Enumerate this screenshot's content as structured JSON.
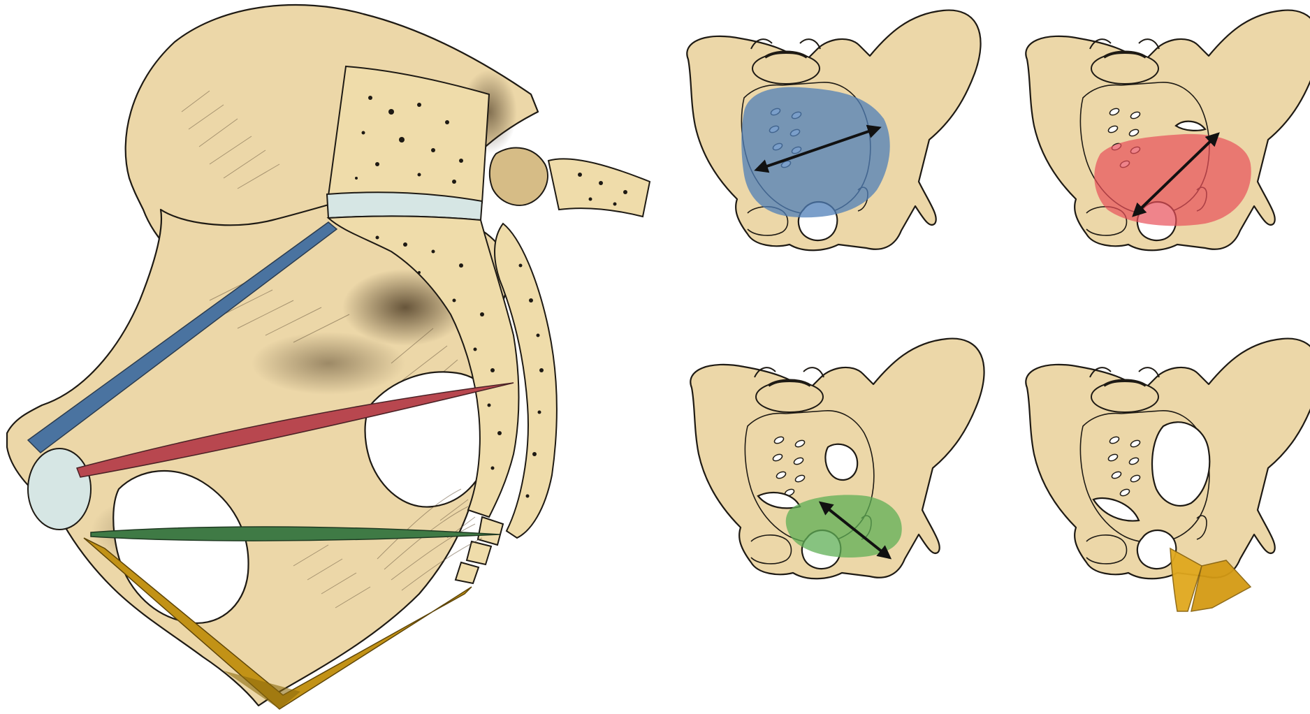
{
  "figure": {
    "panels": [
      {
        "id": "sagittal",
        "plane_color": "varied"
      },
      {
        "id": "inlet",
        "plane_color": "#4f7fb8"
      },
      {
        "id": "midpelvis",
        "plane_color": "#e8505a"
      },
      {
        "id": "plane-of-least-dimensions",
        "plane_color": "#5faf55"
      },
      {
        "id": "outlet",
        "plane_color": "#e0a81e"
      }
    ],
    "colors": {
      "bone": "#ecd7a8",
      "outline": "#1e1a14",
      "disc": "#d6e6e4",
      "inlet_line": "#4a73a0",
      "midpelvis_line": "#b8474f",
      "least_dimensions_line": "#3f7a45",
      "outlet_triangle": "#c29216"
    },
    "icons": [
      "double-headed-arrow"
    ]
  }
}
